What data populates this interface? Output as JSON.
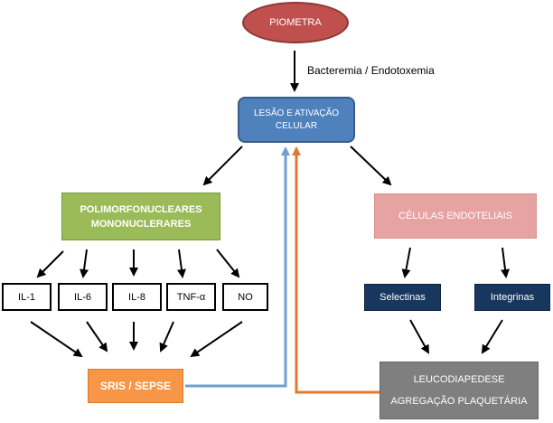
{
  "nodes": {
    "piometra": "PIOMETRA",
    "lesao_line1": "LESÃO E ATIVAÇÃO",
    "lesao_line2": "CELULAR",
    "poli_line1": "POLIMORFONUCLEARES",
    "poli_line2": "MONONUCLERARES",
    "celulas": "CÉLULAS ENDOTELIAIS",
    "cytokines": [
      "IL-1",
      "IL-6",
      "IL-8",
      "TNF-α",
      "NO"
    ],
    "selectinas": "Selectinas",
    "integrinas": "Integrinas",
    "sris": "SRIS / SEPSE",
    "leuco": "LEUCODIAPEDESE",
    "agregacao": "AGREGAÇÃO PLAQUETÁRIA"
  },
  "labels": {
    "bacteremia": "Bacteremia / Endotoxemia"
  },
  "colors": {
    "piometra": "#c0504d",
    "lesao": "#4f81bd",
    "poli": "#9bbb59",
    "celulas": "#e6a3a2",
    "molecules": "#17375e",
    "sris": "#f79646",
    "leuco": "#7f7f7f",
    "feedback_blue": "#6f9fcf",
    "feedback_orange": "#e07b2a"
  }
}
